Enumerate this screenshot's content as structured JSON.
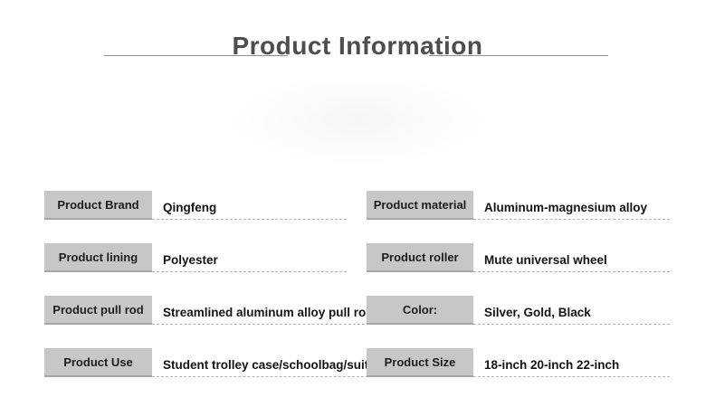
{
  "page": {
    "title": "Product Information"
  },
  "specs": {
    "left": [
      {
        "label": "Product Brand",
        "value": "Qingfeng"
      },
      {
        "label": "Product lining",
        "value": "Polyester"
      },
      {
        "label": "Product pull rod",
        "value": "Streamlined aluminum alloy pull rod"
      },
      {
        "label": "Product Use",
        "value": "Student trolley case/schoolbag/suitcase"
      }
    ],
    "right": [
      {
        "label": "Product material",
        "value": "Aluminum-magnesium alloy"
      },
      {
        "label": "Product roller",
        "value": "Mute universal wheel"
      },
      {
        "label": "Color:",
        "value": "Silver, Gold, Black"
      },
      {
        "label": "Product Size",
        "value": "18-inch 20-inch 22-inch"
      }
    ]
  },
  "colors": {
    "title_text": "#4e4e4e",
    "title_line": "#8f8f8f",
    "label_box_bg": "#c7c7c7",
    "label_box_border": "#a6a6a6",
    "label_text": "#1d1d1d",
    "value_text": "#141414",
    "dashed_divider": "#b4b4b4"
  }
}
